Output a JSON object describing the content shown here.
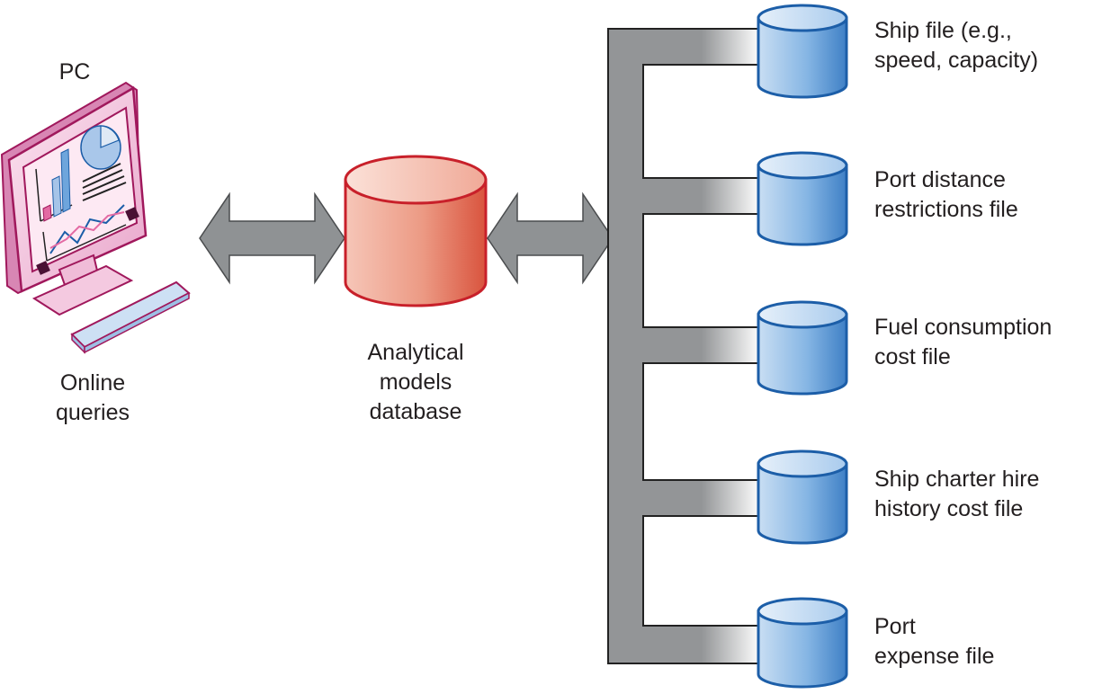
{
  "pc": {
    "title": "PC",
    "caption": [
      "Online",
      "queries"
    ]
  },
  "center_db": {
    "caption": [
      "Analytical",
      "models",
      "database"
    ]
  },
  "files": [
    {
      "lines": [
        "Ship file (e.g.,",
        "speed, capacity)"
      ]
    },
    {
      "lines": [
        "Port distance",
        "restrictions file"
      ]
    },
    {
      "lines": [
        "Fuel consumption",
        "cost file"
      ]
    },
    {
      "lines": [
        "Ship charter hire",
        "history cost file"
      ]
    },
    {
      "lines": [
        "Port",
        "expense file"
      ]
    }
  ],
  "colors": {
    "arrow_fill": "#8f9294",
    "arrow_stroke": "#4a4c4e",
    "bus_fill": "#939597",
    "center_db_stroke": "#c8202a",
    "center_db_body": "#e8826e",
    "file_db_stroke": "#1c5ea8",
    "file_db_body": "#6da3d8",
    "monitor_stroke": "#a0185c",
    "monitor_fill": "#f4c9e0"
  }
}
